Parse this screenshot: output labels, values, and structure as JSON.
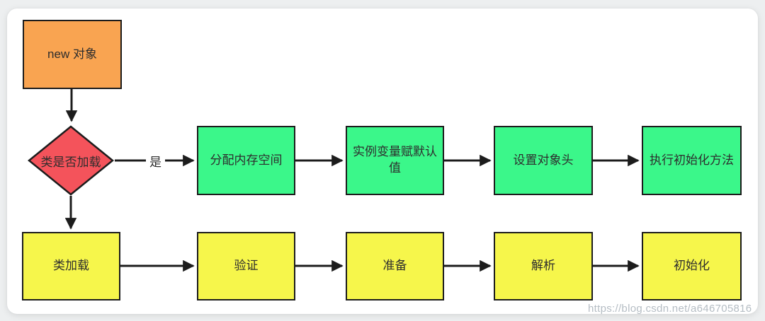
{
  "flow": {
    "start": {
      "label": "new 对象"
    },
    "decision": {
      "label": "类是否加载"
    },
    "yes_label": "是",
    "object_steps": [
      "分配内存空间",
      "实例变量赋默认值",
      "设置对象头",
      "执行初始化方法"
    ],
    "class_load_steps": [
      "类加载",
      "验证",
      "准备",
      "解析",
      "初始化"
    ],
    "colors": {
      "start_fill": "#f9a451",
      "decision_fill": "#f4535b",
      "object_step_fill": "#3bf78a",
      "class_step_fill": "#f6f64b",
      "arrow_stroke": "#1c1c1c"
    },
    "watermark": "https://blog.csdn.net/a646705816"
  }
}
